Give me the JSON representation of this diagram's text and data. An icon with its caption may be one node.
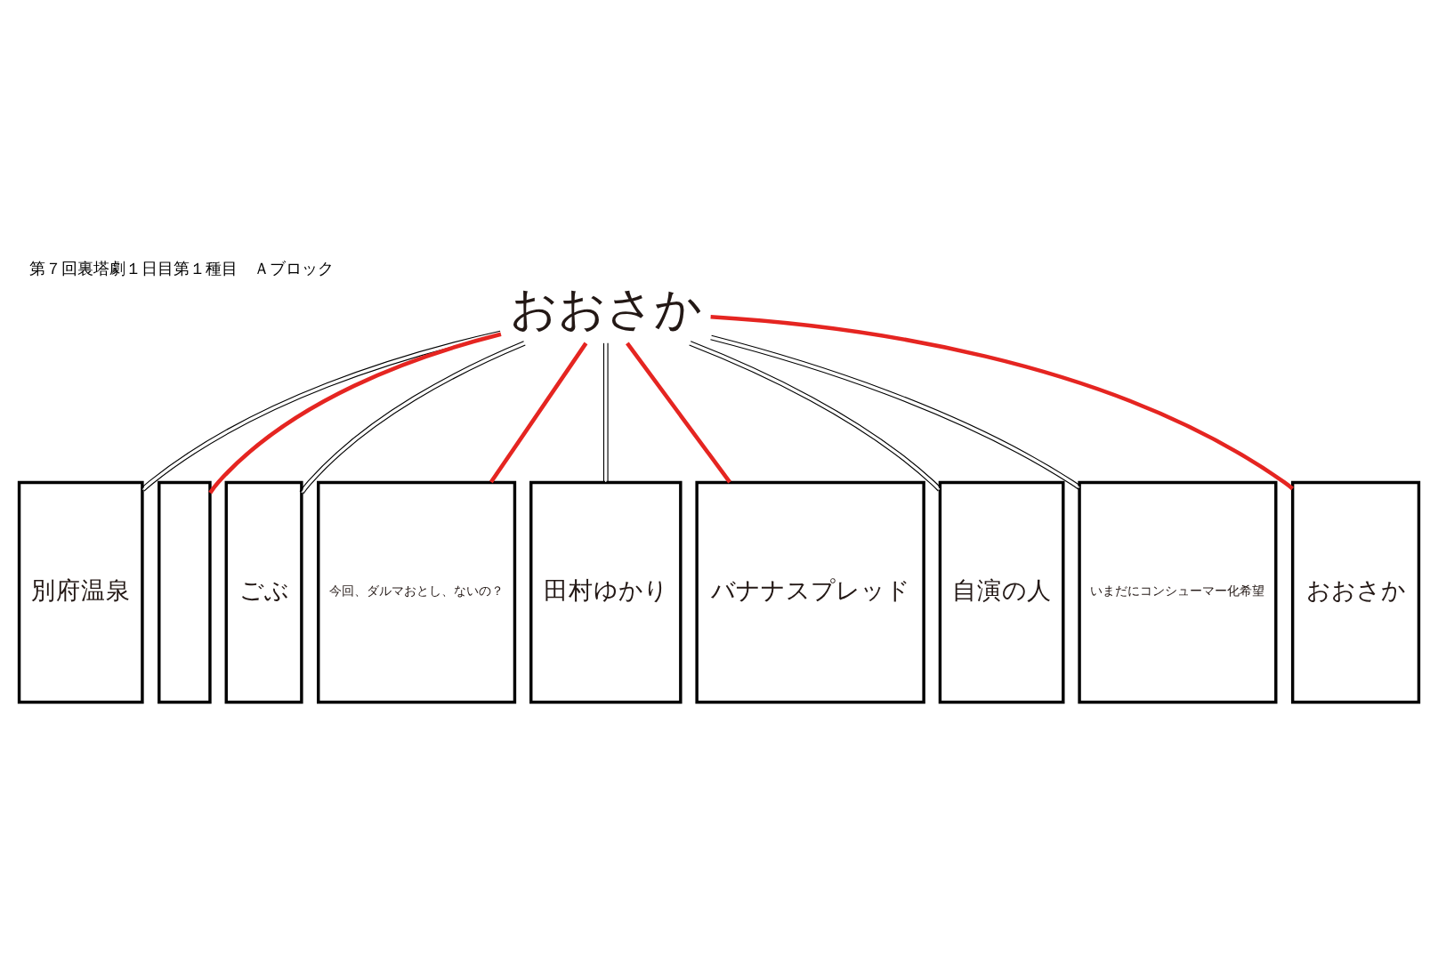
{
  "diagram": {
    "title": "第７回裏塔劇１日目第１種目　Ａブロック",
    "nodes": [
      {
        "text": [
          "おおさか"
        ]
      },
      {
        "text": [
          "別府温泉"
        ]
      },
      {
        "text": [],
        "shape": "box"
      },
      {
        "text": [
          "ごぶ"
        ]
      },
      {
        "text": [
          "今回、ダルマおとし、ないの？"
        ]
      },
      {
        "text": [
          "田村ゆかり"
        ]
      },
      {
        "text": [
          "バナナスプレッド"
        ]
      },
      {
        "text": [
          "自演の人"
        ]
      },
      {
        "text": [
          "いまだにコンシューマー化希望"
        ]
      },
      {
        "text": [
          "おおさか"
        ]
      }
    ],
    "edges": [
      {
        "from": 1,
        "to": 0,
        "arrow": "none"
      },
      {
        "from": 2,
        "to": 0,
        "arrow": "none",
        "style": "thick",
        "color": "#e52521"
      },
      {
        "from": 3,
        "to": 0,
        "arrow": "none"
      },
      {
        "from": 4,
        "to": 0,
        "arrow": "none",
        "style": "thick",
        "color": "#e52521"
      },
      {
        "from": 5,
        "to": 0,
        "arrow": "none"
      },
      {
        "from": 6,
        "to": 0,
        "arrow": "none",
        "style": "thick",
        "color": "#e52521"
      },
      {
        "from": 7,
        "to": 0,
        "arrow": "none"
      },
      {
        "from": 8,
        "to": 0,
        "arrow": "none"
      },
      {
        "from": 9,
        "to": 0,
        "arrow": "none",
        "style": "thick",
        "color": "#e52521"
      }
    ]
  }
}
